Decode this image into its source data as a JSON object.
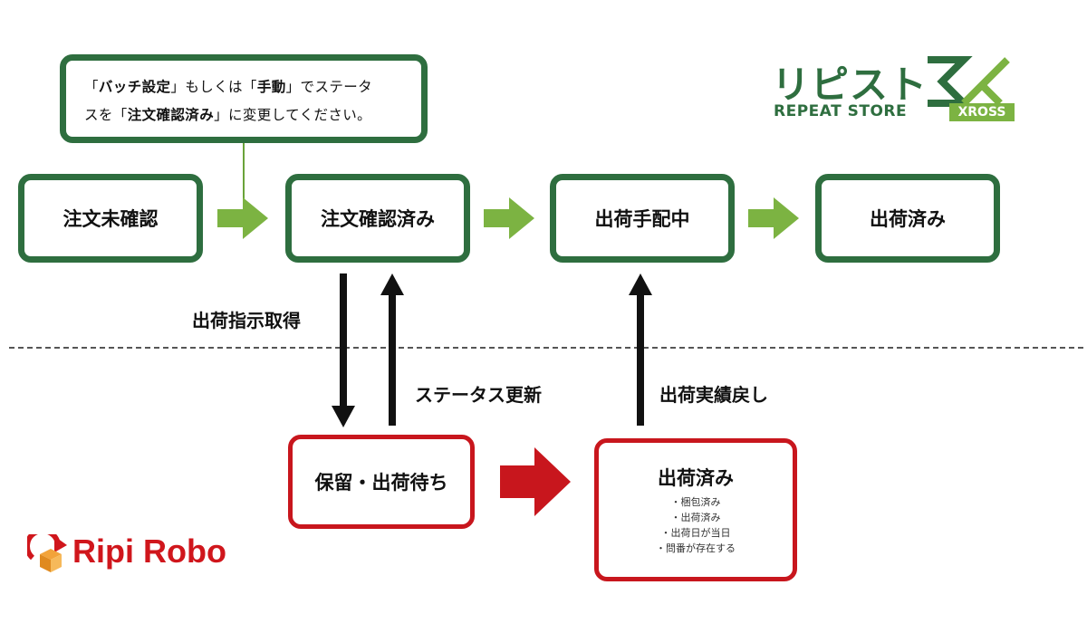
{
  "note": {
    "line1_pre": "「",
    "line1_b1": "バッチ設定",
    "line1_mid": "」もしくは「",
    "line1_b2": "手動",
    "line1_post": "」でステータ",
    "line2_pre": "スを「",
    "line2_b": "注文確認済み",
    "line2_post": "」に変更してください。"
  },
  "statuses": {
    "unconfirmed": "注文未確認",
    "confirmed": "注文確認済み",
    "arranging": "出荷手配中",
    "shipped": "出荷済み"
  },
  "robo_statuses": {
    "hold": "保留・出荷待ち",
    "done_title": "出荷済み",
    "done_items": [
      "・梱包済み",
      "・出荷済み",
      "・出荷日が当日",
      "・問番が存在する"
    ]
  },
  "labels": {
    "get_instruction": "出荷指示取得",
    "status_update": "ステータス更新",
    "return_results": "出荷実績戻し"
  },
  "logos": {
    "repeat_kana": "リピスト",
    "repeat_en": "REPEAT STORE",
    "xross": "XROSS",
    "ripi": "Ripi Robo"
  },
  "colors": {
    "green_border": "#2e6e3f",
    "green_arrow": "#7cb342",
    "red": "#c8161d"
  }
}
